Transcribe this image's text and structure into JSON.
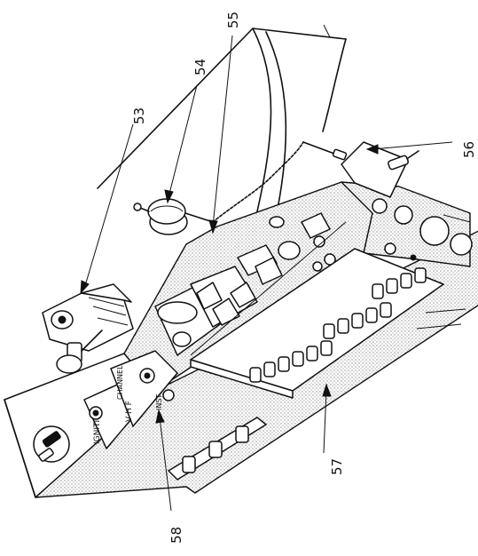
{
  "callouts": [
    {
      "id": "53",
      "label": "53"
    },
    {
      "id": "54",
      "label": "54"
    },
    {
      "id": "55",
      "label": "55"
    },
    {
      "id": "56",
      "label": "56"
    },
    {
      "id": "57",
      "label": "57"
    },
    {
      "id": "58",
      "label": "58"
    }
  ],
  "panel_markings": {
    "ignition": "IGNITION",
    "vhf": "V H F",
    "channel": "CHANNEL",
    "inst": "INST"
  }
}
